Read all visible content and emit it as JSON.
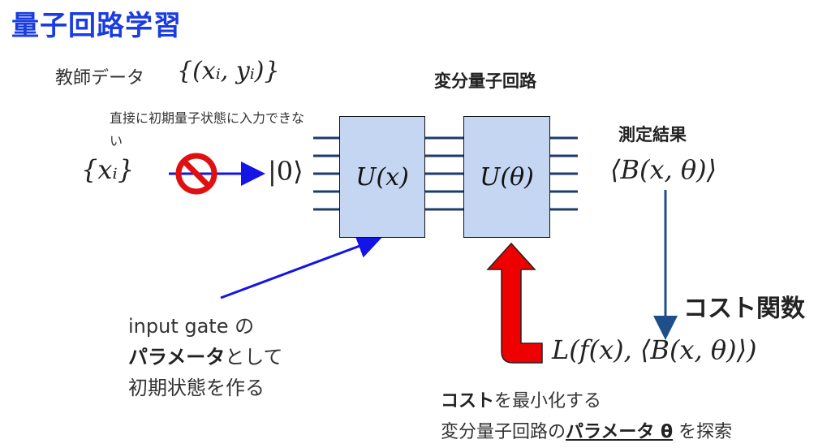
{
  "title": "量子回路学習",
  "teacher_data": {
    "label": "教師データ",
    "math": "{(xᵢ, yᵢ)}"
  },
  "circuit_heading": "変分量子回路",
  "no_direct_note": "直接に初期量子状態に入力できない",
  "input_set": "{xᵢ}",
  "ket_zero": "|0⟩",
  "gates": {
    "ux": "U(x)",
    "utheta": "U(θ)"
  },
  "measure_heading": "測定結果",
  "measure_math": "⟨B(x, θ)⟩",
  "cost_heading": "コスト関数",
  "cost_math": "L(f(x), ⟨B(x, θ)⟩)",
  "input_gate_note": {
    "line1": "input gate の",
    "line2_bold": "パラメータ",
    "line2_rest": "として",
    "line3": "初期状態を作る"
  },
  "minimize_note": {
    "line1_bold": "コスト",
    "line1_rest": "を最小化する",
    "line2_start": "変分量子回路の",
    "line2_underline": "パラメータ θ",
    "line2_end": " を探索"
  },
  "colors": {
    "title": "#1a3ce0",
    "gate_fill": "#c5d6f3",
    "wire": "#1f3a6b",
    "blue_arrow": "#1414e6",
    "red_arrow": "#ee0000",
    "measure_arrow": "#1f4f8a",
    "prohibit_red": "#e01010"
  },
  "icons": {
    "prohibit": "prohibited-sign-icon"
  }
}
